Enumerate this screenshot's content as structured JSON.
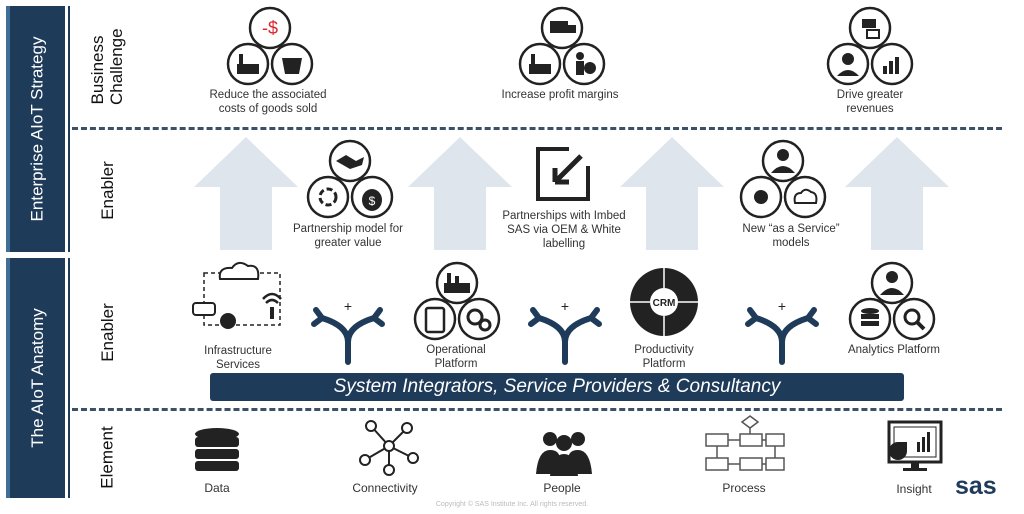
{
  "sidebar": {
    "strategy": "Enterprise AIoT Strategy",
    "anatomy": "The AIoT Anatomy"
  },
  "rows": {
    "business_challenge": "Business Challenge",
    "enabler_top": "Enabler",
    "enabler_bottom": "Enabler",
    "element": "Element"
  },
  "challenges": [
    "Reduce the associated costs of goods sold",
    "Increase profit margins",
    "Drive greater revenues"
  ],
  "cost_symbol": "-$",
  "money_symbol": "$",
  "strategy_enablers": [
    "Partnership model for greater value",
    "Partnerships with Imbed SAS via OEM & White labelling",
    "New “as a Service” models"
  ],
  "anatomy_enablers": [
    "Infrastructure Services",
    "Operational Platform",
    "Productivity Platform",
    "Analytics Platform"
  ],
  "crm_label": "CRM",
  "plus_sign": "+",
  "banner": "System Integrators, Service Providers & Consultancy",
  "elements": [
    "Data",
    "Connectivity",
    "People",
    "Process",
    "Insight"
  ],
  "copyright": "Copyright © SAS Institute Inc. All rights reserved.",
  "logo": "sas",
  "colors": {
    "navy": "#1f3b5a",
    "arrow": "#dfe5ec",
    "alert": "#d9262b"
  }
}
